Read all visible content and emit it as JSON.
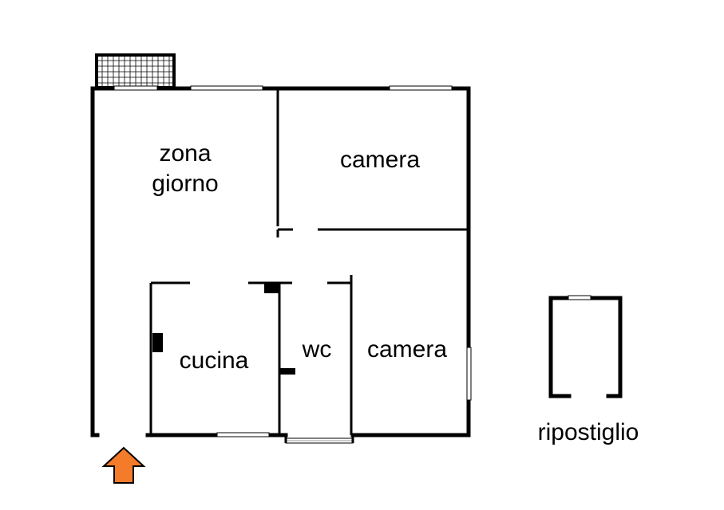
{
  "rooms": {
    "living": {
      "line1": "zona",
      "line2": "giorno"
    },
    "bedroom_top": "camera",
    "kitchen": "cucina",
    "bathroom": "wc",
    "bedroom_bottom": "camera",
    "storage": "ripostiglio"
  },
  "icons": {
    "entrance": "entrance-arrow-icon",
    "balcony": "balcony-grid-icon"
  },
  "colors": {
    "entrance_arrow": "#f47b2a",
    "walls": "#000000"
  }
}
